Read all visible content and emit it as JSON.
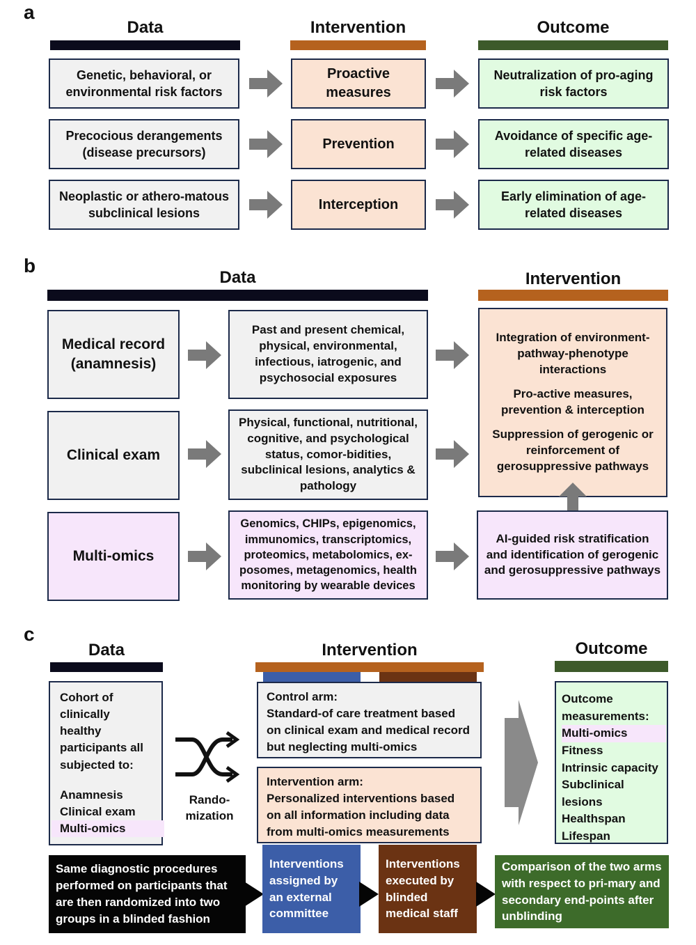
{
  "panel_a": {
    "letter": "a",
    "headers": {
      "data": "Data",
      "intervention": "Intervention",
      "outcome": "Outcome"
    },
    "rows": [
      {
        "data": "Genetic, behavioral, or environmental risk factors",
        "intervention": "Proactive measures",
        "outcome": "Neutralization of pro-aging risk factors"
      },
      {
        "data": "Precocious derangements (disease precursors)",
        "intervention": "Prevention",
        "outcome": "Avoidance of specific age-related diseases"
      },
      {
        "data": "Neoplastic or athero-matous subclinical lesions",
        "intervention": "Interception",
        "outcome": "Early elimination of age-related diseases"
      }
    ]
  },
  "panel_b": {
    "letter": "b",
    "headers": {
      "data": "Data",
      "intervention": "Intervention"
    },
    "sources": [
      {
        "label": "Medical record (anamnesis)",
        "detail": "Past and present chemical, physical, environmental, infectious, iatrogenic, and psychosocial exposures"
      },
      {
        "label": "Clinical exam",
        "detail": "Physical, functional, nutritional, cognitive, and psychological status, comor-bidities, subclinical lesions, analytics & pathology"
      },
      {
        "label": "Multi-omics",
        "detail": "Genomics, CHIPs, epigenomics, immunomics, transcriptomics, proteomics, metabolomics, ex-posomes, metagenomics, health monitoring by wearable devices"
      }
    ],
    "intervention_items": [
      "Integration of environment-pathway-phenotype interactions",
      "Pro-active measures, prevention & interception",
      "Suppression of gerogenic or reinforcement of gerosuppressive pathways"
    ],
    "ai_box": "AI-guided risk stratification and identification of gerogenic and gerosuppressive pathways"
  },
  "panel_c": {
    "letter": "c",
    "headers": {
      "data": "Data",
      "intervention": "Intervention",
      "outcome": "Outcome"
    },
    "cohort_text": "Cohort of clinically healthy participants all subjected to:",
    "cohort_items": [
      "Anamnesis",
      "Clinical exam",
      "Multi-omics"
    ],
    "randomization": "Rando-mization",
    "control_title": "Control arm:",
    "control_text": "Standard-of care treatment based on clinical exam and medical record but neglecting multi-omics",
    "intervention_title": "Intervention arm:",
    "intervention_text": "Personalized interventions based on all information including data from multi-omics measurements",
    "outcome_title": "Outcome measurements:",
    "outcome_items": [
      "Multi-omics",
      "Fitness",
      "Intrinsic capacity",
      "Subclinical lesions",
      "Healthspan",
      "Lifespan"
    ],
    "steps": [
      "Same diagnostic procedures performed on participants that are then randomized into two groups in a blinded fashion",
      "Interventions assigned by an external committee",
      "Interventions executed by blinded medical staff",
      "Comparison of the two arms with respect to pri-mary and secondary end-points after unblinding"
    ],
    "colors": {
      "step1": "#050505",
      "step2": "#3c5ea8",
      "step3": "#6b3313",
      "step4": "#3d6b2a"
    }
  }
}
